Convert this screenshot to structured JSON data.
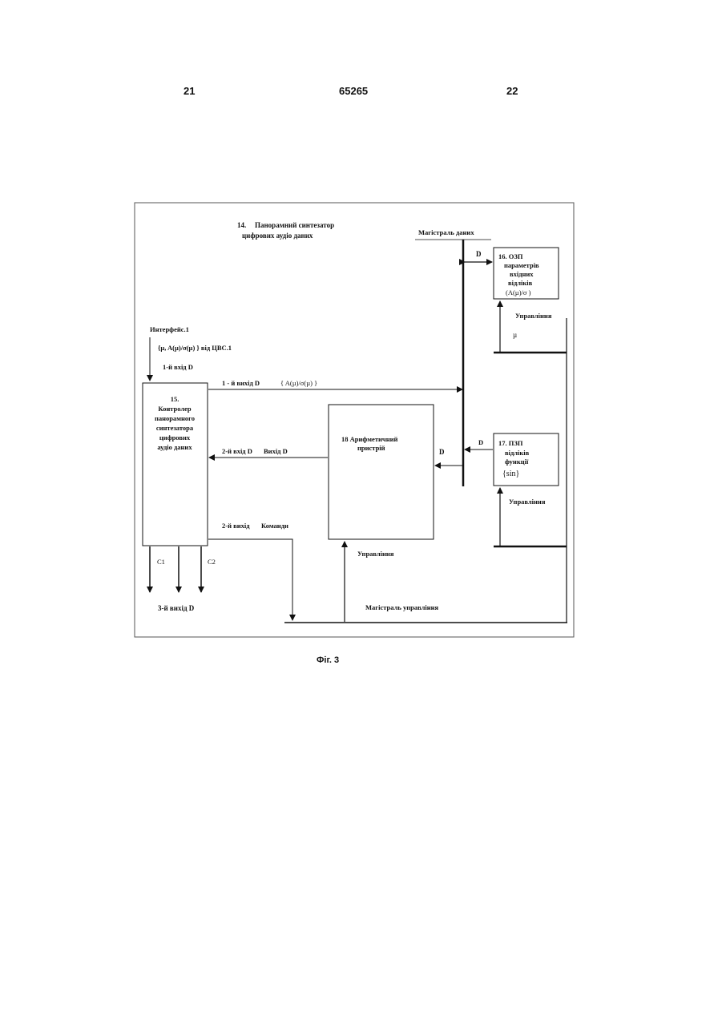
{
  "header": {
    "left_page": "21",
    "patent_number": "65265",
    "right_page": "22"
  },
  "diagram": {
    "title_number": "14.",
    "title_line1": "Панорамний синтезатор",
    "title_line2": "цифрових аудіо даних",
    "data_bus_label": "Магістраль даних",
    "control_bus_label": "Магістраль управління",
    "interface_label": "Интерфейс.1",
    "interface_params": "{µ, A(µ)/σ(µ) } від ЦВС.1",
    "input1_label": "1-й вхід D",
    "controller": {
      "line1": "15.",
      "line2": "Контролер",
      "line3": "панорамного",
      "line4": "синтезатора",
      "line5": "цифрових",
      "line6": "аудіо даних"
    },
    "output1_label": "1 - й вихід D",
    "output1_params": "{ A(µ)/σ(µ) }",
    "input2_label": "2-й вхід D",
    "alu_output_label": "Вихід D",
    "output2_label": "2-й вихід",
    "commands_label": "Команди",
    "c1_label": "C1",
    "c2_label": "C2",
    "output3_label": "3-й вихід D",
    "alu": {
      "line1": "18  Арифметичний",
      "line2": "пристрій"
    },
    "alu_d_label": "D",
    "alu_control_label": "Управління",
    "ram": {
      "line1": "16.  ОЗП",
      "line2": "параметрів",
      "line3": "вхідних",
      "line4": "відліків",
      "line5": "(A(µ)/σ )"
    },
    "ram_d_label": "D",
    "ram_control_label": "Управління",
    "mu_label": "µ",
    "rom": {
      "line1": "17.  ПЗП",
      "line2": "відліків",
      "line3": "функції",
      "line4": "{sin}"
    },
    "rom_d_label": "D",
    "rom_control_label": "Управління"
  },
  "caption": "Фіг. 3"
}
